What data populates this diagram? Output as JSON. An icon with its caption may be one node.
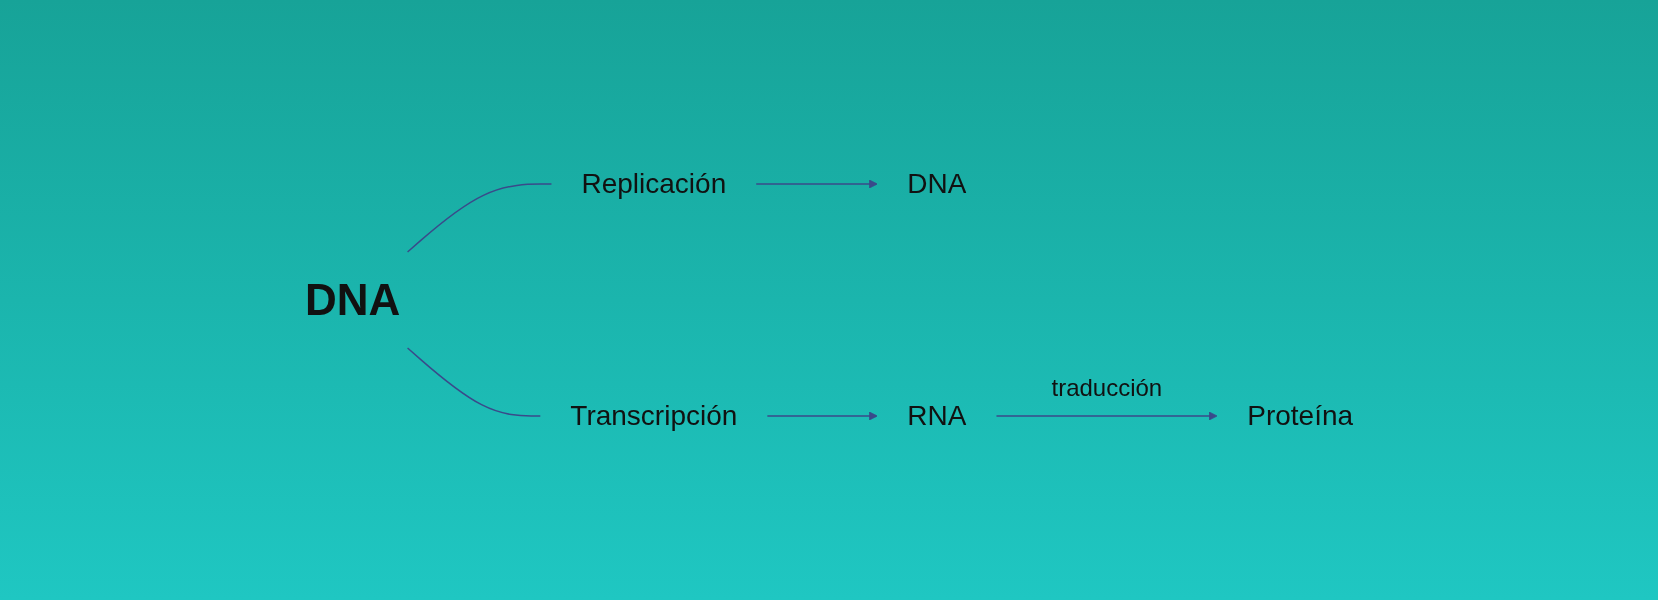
{
  "diagram": {
    "nodes": [
      {
        "text": [
          "DNA"
        ]
      },
      {
        "text": [
          "Replicación"
        ]
      },
      {
        "text": [
          "DNA"
        ]
      },
      {
        "text": [
          "Transcripción"
        ]
      },
      {
        "text": [
          "RNA"
        ]
      },
      {
        "text": [
          "Proteína"
        ]
      }
    ],
    "edges": [
      {
        "from": 0,
        "to": 1,
        "arrow": "none"
      },
      {
        "from": 0,
        "to": 3,
        "arrow": "none"
      },
      {
        "from": 1,
        "to": 2,
        "arrow": "to"
      },
      {
        "from": 3,
        "to": 4,
        "arrow": "to"
      },
      {
        "from": 4,
        "to": 5,
        "label": "traducción",
        "arrow": "to"
      }
    ]
  }
}
